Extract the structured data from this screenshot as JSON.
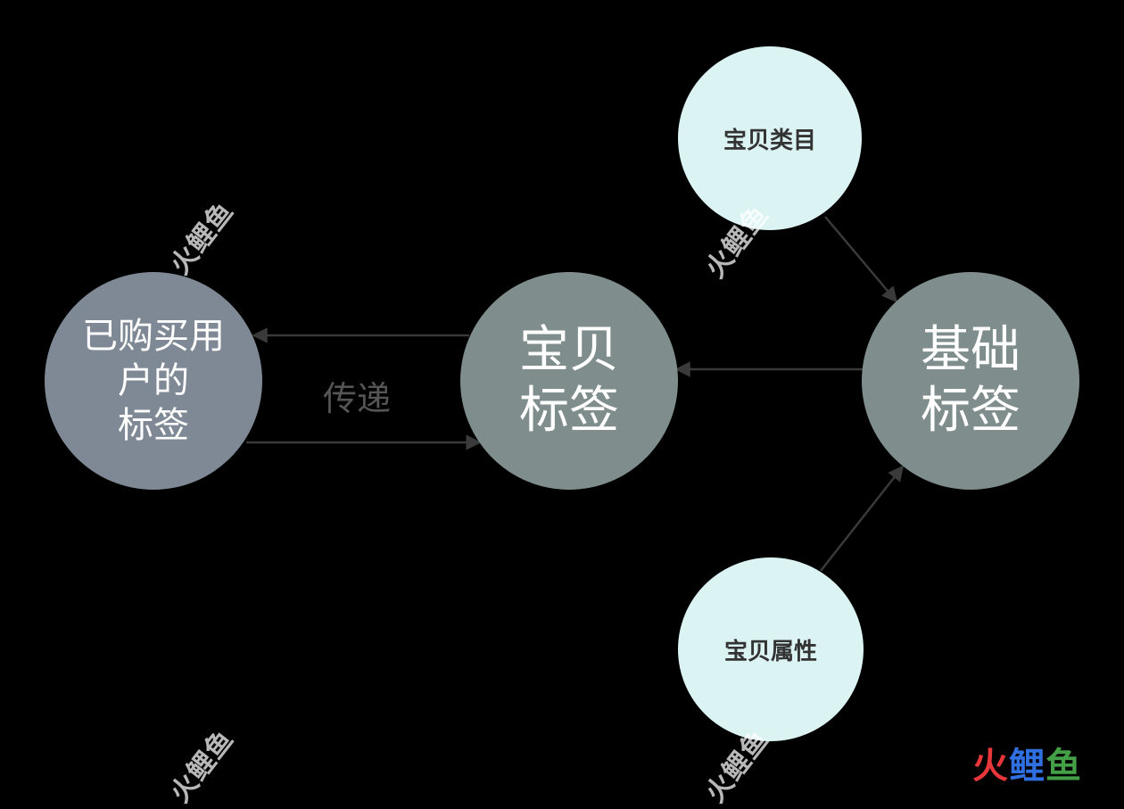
{
  "colors": {
    "background": "#000000",
    "purchased_node": "#7e8995",
    "item_node": "#7f8d8d",
    "base_node": "#7f8d8d",
    "small_node": "#dcf3f3",
    "arrow": "#3a3a3a",
    "logo_1": "#e8373a",
    "logo_2": "#2f6fe0",
    "logo_3": "#43a047"
  },
  "nodes": {
    "purchased": {
      "label": "已购买用\n户的\n标签"
    },
    "item_tag": {
      "label": "宝贝\n标签"
    },
    "base_tag": {
      "label": "基础\n标签"
    },
    "category": {
      "label": "宝贝类目"
    },
    "attribute": {
      "label": "宝贝属性"
    }
  },
  "edges": [
    {
      "from": "item_tag",
      "to": "purchased"
    },
    {
      "from": "purchased",
      "to": "item_tag"
    },
    {
      "from": "base_tag",
      "to": "item_tag"
    },
    {
      "from": "category",
      "to": "base_tag"
    },
    {
      "from": "attribute",
      "to": "base_tag"
    }
  ],
  "edge_label": "传递",
  "watermark": "火鲤鱼",
  "logo": {
    "char1": "火",
    "char2": "鲤",
    "char3": "鱼"
  }
}
